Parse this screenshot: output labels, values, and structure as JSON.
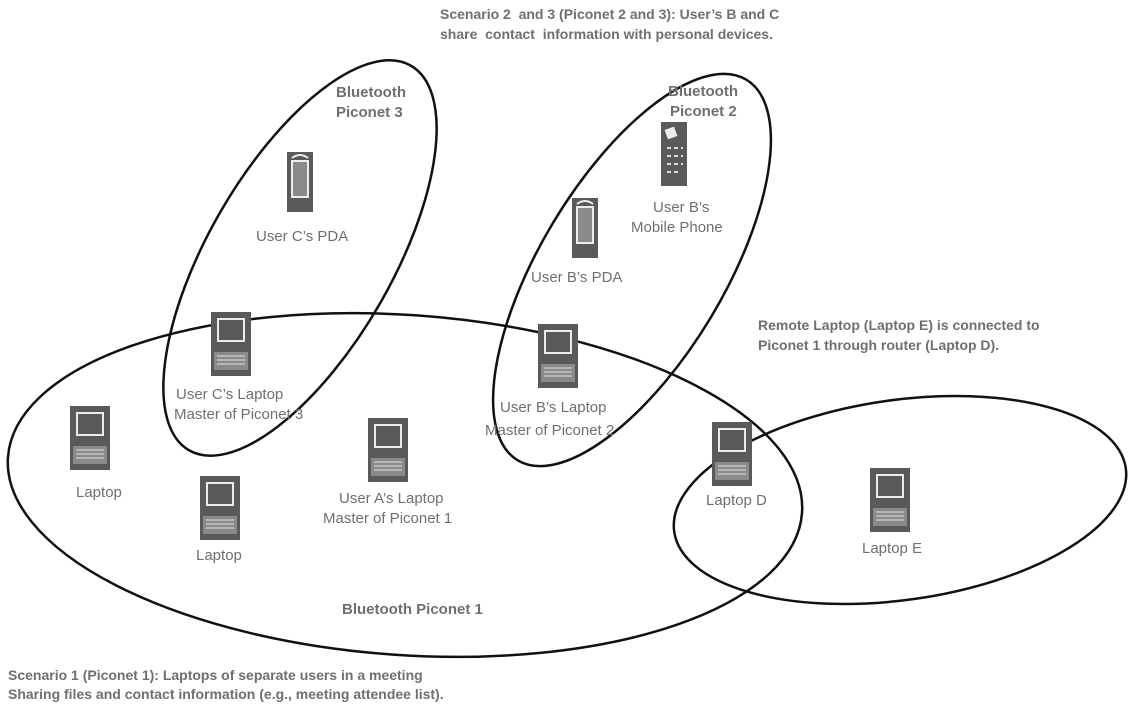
{
  "captions": {
    "scenario23_line1": "Scenario 2  and 3 (Piconet 2 and 3): User’s B and C",
    "scenario23_line2": "share  contact  information with personal devices.",
    "remote_line1": "Remote Laptop (Laptop E) is connected to",
    "remote_line2": "Piconet 1 through router (Laptop D).",
    "scenario1_line1": "Scenario 1 (Piconet 1): Laptops of separate users in a meeting",
    "scenario1_line2": "Sharing files and contact information (e.g., meeting attendee list)."
  },
  "piconets": {
    "p1": "Bluetooth Piconet 1",
    "p2_line1": "Bluetooth",
    "p2_line2": "Piconet 2",
    "p3_line1": "Bluetooth",
    "p3_line2": "Piconet 3"
  },
  "devices": {
    "user_c_pda": "User C’s PDA",
    "user_b_phone_line1": "User B’s",
    "user_b_phone_line2": "Mobile Phone",
    "user_b_pda": "User B’s PDA",
    "user_c_laptop_line1": "User C’s Laptop",
    "user_c_laptop_line2": "Master of Piconet 3",
    "user_b_laptop_line1": "User B’s Laptop",
    "user_b_laptop_line2": "Master of Piconet 2",
    "user_a_laptop_line1": "User A’s Laptop",
    "user_a_laptop_line2": "Master of Piconet 1",
    "laptop_left": "Laptop",
    "laptop_bottom": "Laptop",
    "laptop_d": "Laptop D",
    "laptop_e": "Laptop E"
  }
}
